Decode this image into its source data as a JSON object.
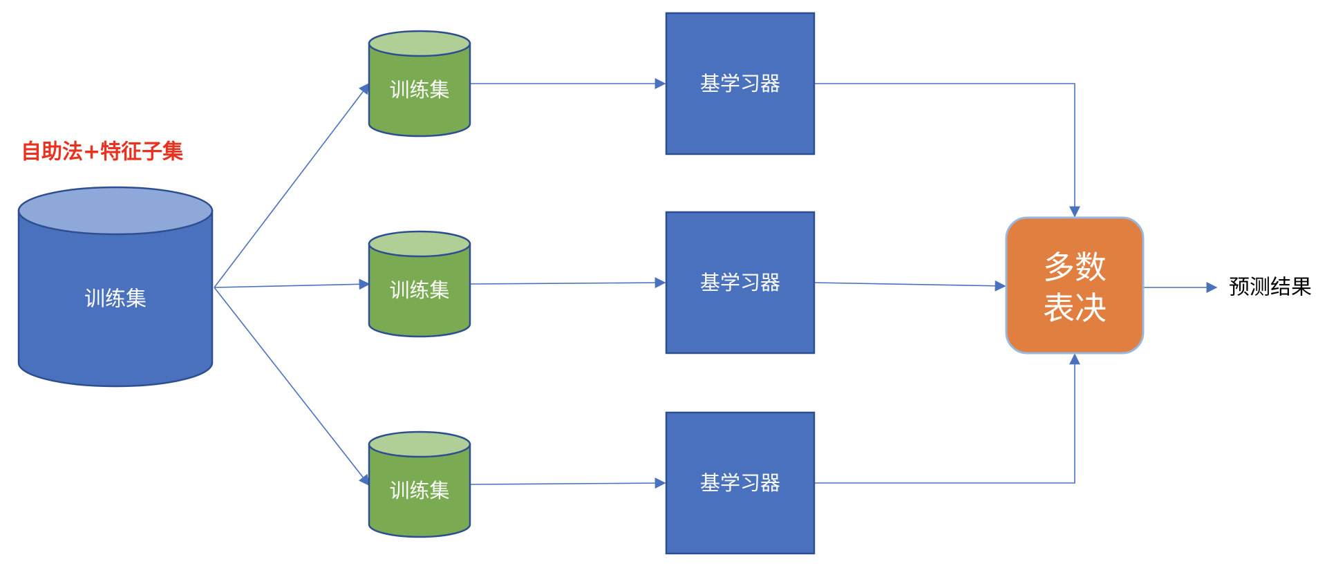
{
  "title": "自助法+特征子集",
  "colors": {
    "title": "#e8321f",
    "main_cylinder_body": "#4a71be",
    "main_cylinder_top": "#8fa8da",
    "small_cylinder_body": "#7aab52",
    "small_cylinder_top": "#afcf96",
    "cylinder_stroke": "#2e4f8f",
    "learner_fill": "#4a71be",
    "learner_stroke": "#2e4f8f",
    "vote_fill": "#e07f40",
    "vote_stroke": "#9ab6dc",
    "arrow": "#4a71be",
    "output_text": "#000000"
  },
  "main_dataset": {
    "label": "训练集"
  },
  "subsets": [
    {
      "label": "训练集"
    },
    {
      "label": "训练集"
    },
    {
      "label": "训练集"
    }
  ],
  "learners": [
    {
      "label": "基学习器"
    },
    {
      "label": "基学习器"
    },
    {
      "label": "基学习器"
    }
  ],
  "vote": {
    "line1": "多数",
    "line2": "表决"
  },
  "output": {
    "label": "预测结果"
  }
}
